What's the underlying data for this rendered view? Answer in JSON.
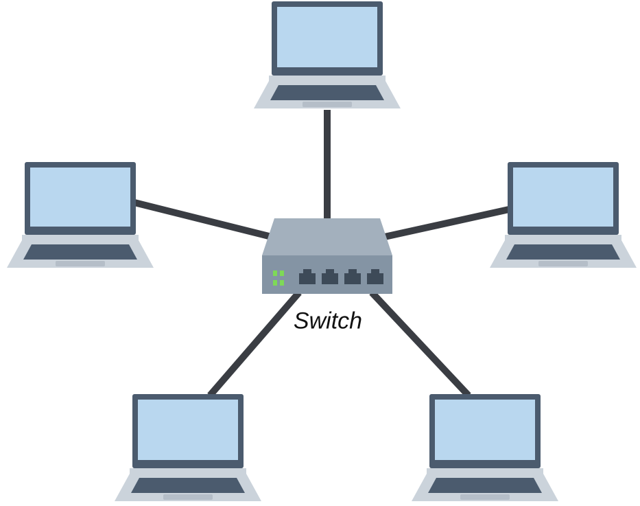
{
  "switch": {
    "label": "Switch",
    "icon": "network-switch-icon",
    "port_count": 4,
    "led_count": 2
  },
  "nodes": [
    {
      "name": "laptop-top",
      "icon": "laptop-icon"
    },
    {
      "name": "laptop-left",
      "icon": "laptop-icon"
    },
    {
      "name": "laptop-right",
      "icon": "laptop-icon"
    },
    {
      "name": "laptop-bottom-left",
      "icon": "laptop-icon"
    },
    {
      "name": "laptop-bottom-right",
      "icon": "laptop-icon"
    }
  ],
  "colors": {
    "cable": "#3a3d43",
    "laptop_frame": "#4b5b6e",
    "laptop_screen": "#b9d7ef",
    "laptop_base": "#cbd3db",
    "keyboard": "#4b5b6e",
    "switch_top": "#a3b0bd",
    "switch_front": "#8494a4",
    "port": "#3d4a58",
    "led": "#7ed957"
  }
}
